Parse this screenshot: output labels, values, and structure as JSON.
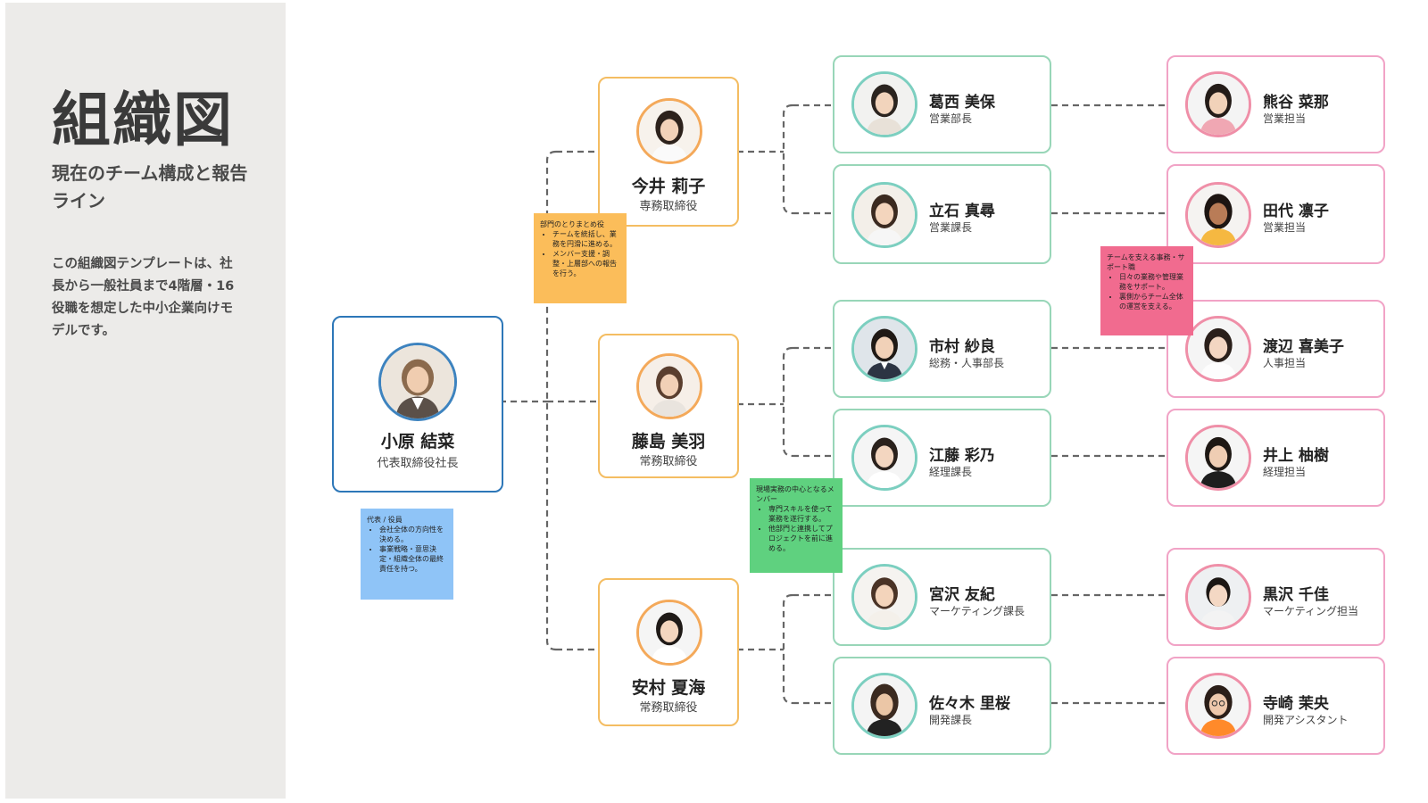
{
  "sidebar": {
    "title": "組織図",
    "subtitle": "現在のチーム構成と報告ライン",
    "description": "この組織図テンプレートは、社長から一般社員まで4階層・16役職を想定した中小企業向けモデルです。"
  },
  "colors": {
    "sidebar_bg": "#ecebe9",
    "ceo_border": "#2d77b8",
    "exec_border": "#f4bd62",
    "manager_border": "#98d6b8",
    "staff_border": "#f1a3c6",
    "connector": "#666666",
    "note_blue": "#8fc4f7",
    "note_orange": "#fbbd5a",
    "note_green": "#5fd17f",
    "note_pink": "#f16b8f"
  },
  "ceo": {
    "name": "小原 結菜",
    "role": "代表取締役社長"
  },
  "executives": [
    {
      "name": "今井 莉子",
      "role": "専務取締役"
    },
    {
      "name": "藤島 美羽",
      "role": "常務取締役"
    },
    {
      "name": "安村 夏海",
      "role": "常務取締役"
    }
  ],
  "managers": [
    {
      "name": "葛西 美保",
      "role": "営業部長"
    },
    {
      "name": "立石 真尋",
      "role": "営業課長"
    },
    {
      "name": "市村 紗良",
      "role": "総務・人事部長"
    },
    {
      "name": "江藤 彩乃",
      "role": "経理課長"
    },
    {
      "name": "宮沢 友紀",
      "role": "マーケティング課長"
    },
    {
      "name": "佐々木 里桜",
      "role": "開発課長"
    }
  ],
  "staff": [
    {
      "name": "熊谷 菜那",
      "role": "営業担当"
    },
    {
      "name": "田代 凛子",
      "role": "営業担当"
    },
    {
      "name": "渡辺 喜美子",
      "role": "人事担当"
    },
    {
      "name": "井上 柚樹",
      "role": "経理担当"
    },
    {
      "name": "黒沢 千佳",
      "role": "マーケティング担当"
    },
    {
      "name": "寺崎 茉央",
      "role": "開発アシスタント"
    }
  ],
  "notes": {
    "executives": {
      "title": "代表 / 役員",
      "items": [
        "会社全体の方向性を決める。",
        "事業戦略・意思決定・組織全体の最終責任を持つ。"
      ]
    },
    "directors": {
      "title": "部門のとりまとめ役",
      "items": [
        "チームを統括し、業務を円滑に進める。",
        "メンバー支援・調整・上層部への報告を行う。"
      ]
    },
    "managers": {
      "title": "現場実務の中心となるメンバー",
      "items": [
        "専門スキルを使って業務を遂行する。",
        "他部門と連携してプロジェクトを前に進める。"
      ]
    },
    "support": {
      "title": "チームを支える事務・サポート職",
      "items": [
        "日々の業務や管理業務をサポート。",
        "裏側からチーム全体の運営を支える。"
      ]
    }
  }
}
